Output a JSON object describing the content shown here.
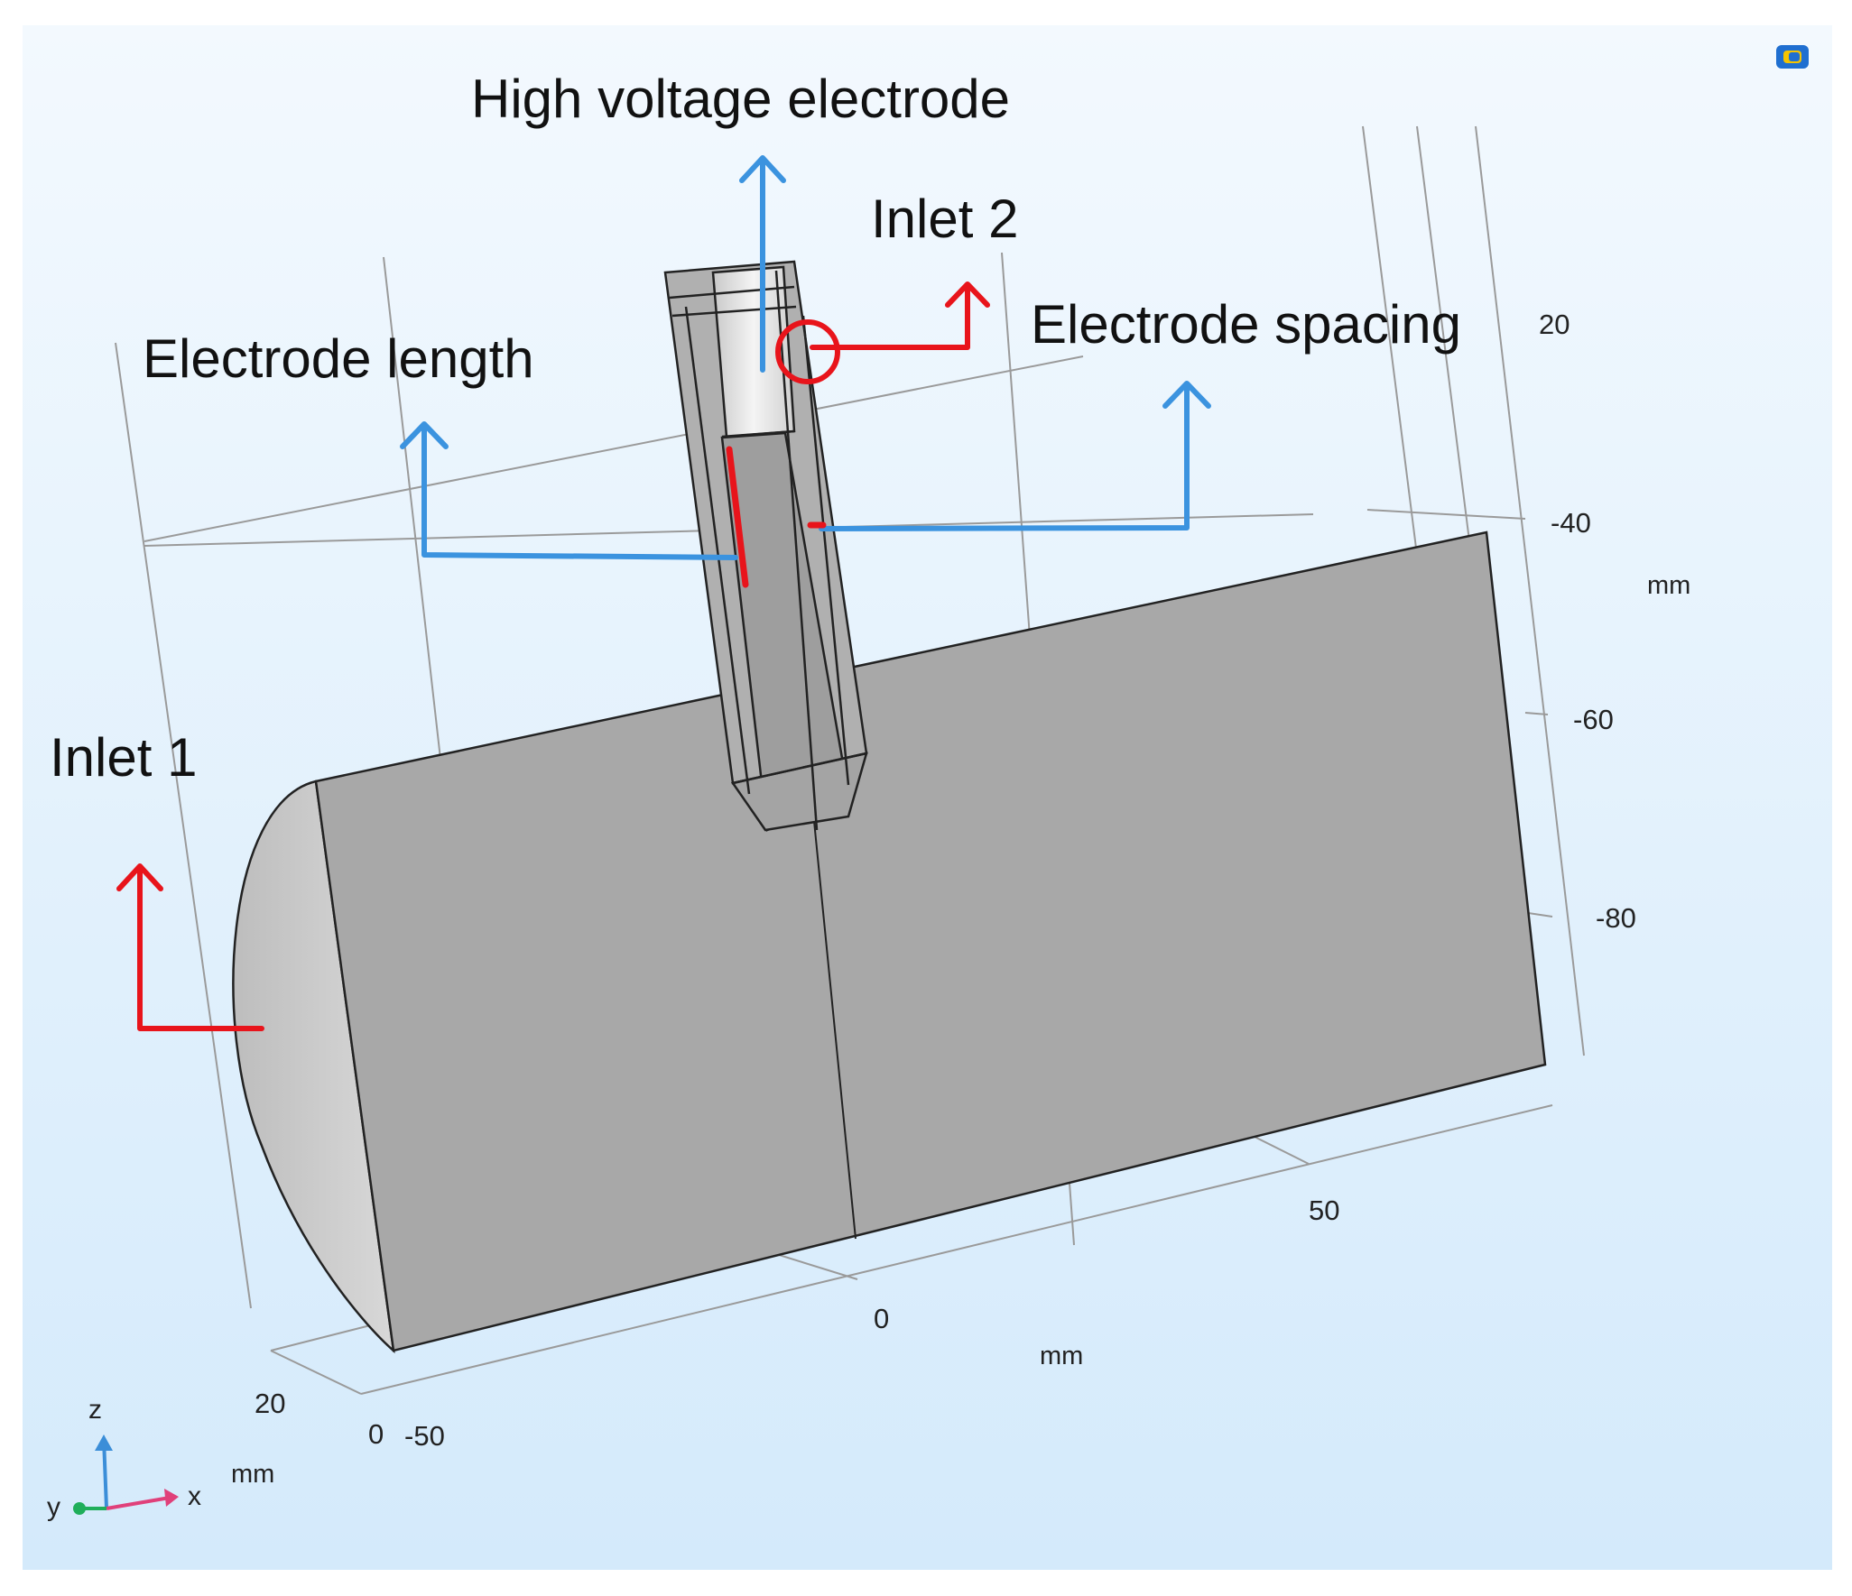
{
  "labels": {
    "high_voltage_electrode": "High voltage electrode",
    "inlet_2": "Inlet 2",
    "electrode_spacing": "Electrode spacing",
    "electrode_length": "Electrode length",
    "inlet_1": "Inlet 1"
  },
  "axes": {
    "z_ticks": [
      "20",
      "-40",
      "-60",
      "-80"
    ],
    "z_unit": "mm",
    "x_ticks": [
      "50",
      "0",
      "-50"
    ],
    "x_unit": "mm",
    "y_ticks": [
      "20",
      "0"
    ],
    "y_unit": "mm"
  },
  "triad": {
    "z": "z",
    "x": "x",
    "y": "y"
  },
  "colors": {
    "background_top": "#f2f8fd",
    "background_bottom": "#d6ebfb",
    "body_face": "#a9a9a9",
    "end_cap": "#cfcfcf",
    "annotation_blue": "#3b93df",
    "annotation_red": "#e8141b"
  },
  "icons": [
    "comsol-logo-icon",
    "coordinate-triad-icon"
  ]
}
